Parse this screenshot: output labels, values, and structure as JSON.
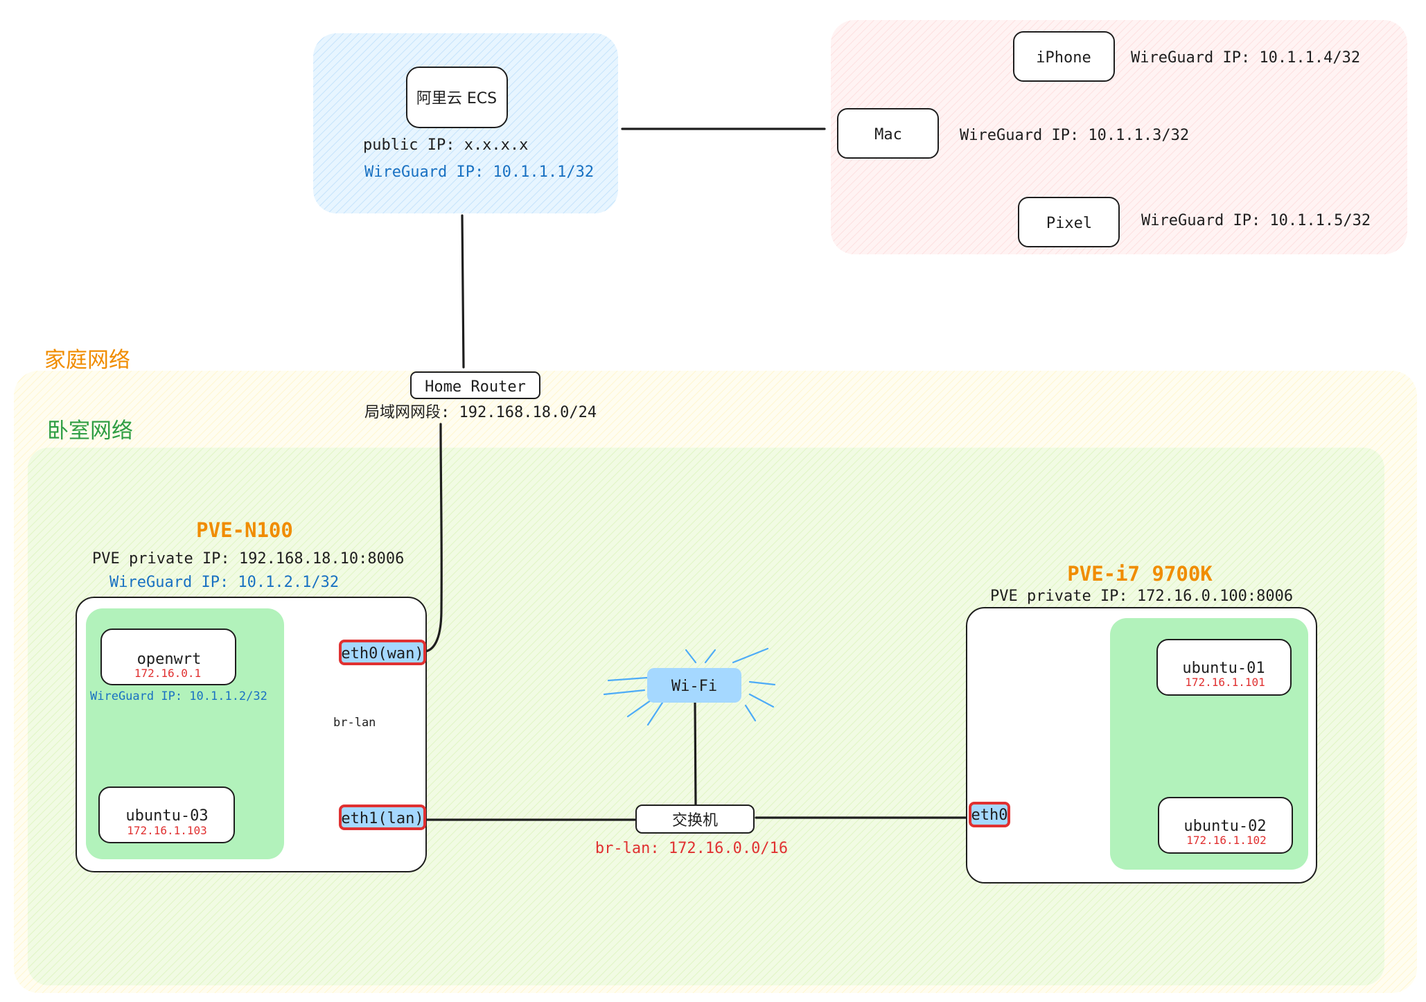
{
  "cloud": {
    "ecs_label": "阿里云 ECS",
    "public_ip": "public IP: x.x.x.x",
    "wireguard_ip": "WireGuard IP: 10.1.1.1/32"
  },
  "clients": {
    "iphone": {
      "label": "iPhone",
      "ip": "WireGuard IP: 10.1.1.4/32"
    },
    "mac": {
      "label": "Mac",
      "ip": "WireGuard IP: 10.1.1.3/32"
    },
    "pixel": {
      "label": "Pixel",
      "ip": "WireGuard IP: 10.1.1.5/32"
    }
  },
  "home": {
    "zone_label": "家庭网络",
    "router_label": "Home Router",
    "lan_segment": "局域网网段: 192.168.18.0/24"
  },
  "bedroom": {
    "zone_label": "卧室网络"
  },
  "pve_n100": {
    "title": "PVE-N100",
    "private_ip": "PVE private IP: 192.168.18.10:8006",
    "wireguard_ip": "WireGuard IP: 10.1.2.1/32",
    "openwrt": {
      "label": "openwrt",
      "ip": "172.16.0.1",
      "wireguard_ip": "WireGuard IP: 10.1.1.2/32"
    },
    "ubuntu03": {
      "label": "ubuntu-03",
      "ip": "172.16.1.103"
    },
    "eth0": "eth0(wan)",
    "eth1": "eth1(lan)",
    "bridge_label": "br-lan"
  },
  "switch": {
    "label": "交换机",
    "subnet": "br-lan: 172.16.0.0/16"
  },
  "wifi": {
    "label": "Wi-Fi"
  },
  "pve_i7": {
    "title": "PVE-i7 9700K",
    "private_ip": "PVE private IP: 172.16.0.100:8006",
    "eth0": "eth0",
    "ubuntu01": {
      "label": "ubuntu-01",
      "ip": "172.16.1.101"
    },
    "ubuntu02": {
      "label": "ubuntu-02",
      "ip": "172.16.1.102"
    }
  },
  "colors": {
    "cloud_zone": "#d0ebff",
    "client_zone": "#ffe3e3",
    "home_zone": "#fff9db",
    "bedroom_zone": "#d8f5a2",
    "vm_group": "#b2f2bb",
    "interface_fill": "#a5d8ff",
    "interface_border": "#e03131",
    "accent_orange": "#f08c00",
    "accent_blue": "#1971c2",
    "accent_red": "#e03131",
    "accent_green": "#2f9e44"
  }
}
